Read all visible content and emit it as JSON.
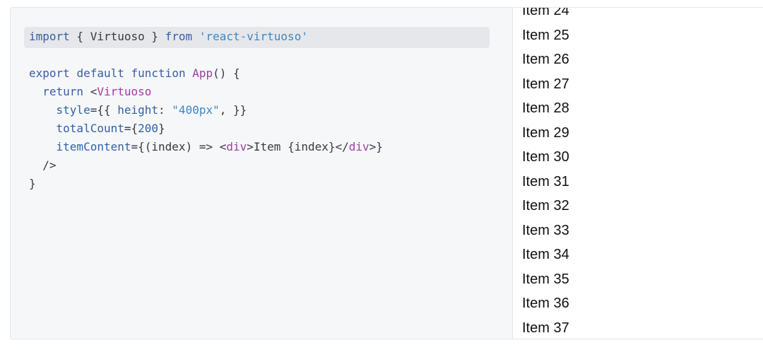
{
  "editor": {
    "lines": [
      {
        "tokens": [
          {
            "t": "import",
            "c": "kw"
          },
          {
            "t": " { Virtuoso } ",
            "c": "plain"
          },
          {
            "t": "from",
            "c": "kw"
          },
          {
            "t": " ",
            "c": "plain"
          },
          {
            "t": "'react-virtuoso'",
            "c": "str"
          }
        ]
      },
      {
        "tokens": []
      },
      {
        "tokens": [
          {
            "t": "export",
            "c": "kw"
          },
          {
            "t": " ",
            "c": "plain"
          },
          {
            "t": "default",
            "c": "kw"
          },
          {
            "t": " ",
            "c": "plain"
          },
          {
            "t": "function",
            "c": "kw"
          },
          {
            "t": " ",
            "c": "plain"
          },
          {
            "t": "App",
            "c": "fn"
          },
          {
            "t": "() {",
            "c": "plain"
          }
        ]
      },
      {
        "tokens": [
          {
            "t": "  ",
            "c": "plain"
          },
          {
            "t": "return",
            "c": "kw"
          },
          {
            "t": " <",
            "c": "plain"
          },
          {
            "t": "Virtuoso",
            "c": "tag"
          }
        ]
      },
      {
        "tokens": [
          {
            "t": "    ",
            "c": "plain"
          },
          {
            "t": "style",
            "c": "attr"
          },
          {
            "t": "={{ ",
            "c": "plain"
          },
          {
            "t": "height",
            "c": "attr"
          },
          {
            "t": ": ",
            "c": "plain"
          },
          {
            "t": "\"400px\"",
            "c": "str"
          },
          {
            "t": ", }}",
            "c": "plain"
          }
        ]
      },
      {
        "tokens": [
          {
            "t": "    ",
            "c": "plain"
          },
          {
            "t": "totalCount",
            "c": "attr"
          },
          {
            "t": "={",
            "c": "plain"
          },
          {
            "t": "200",
            "c": "num"
          },
          {
            "t": "}",
            "c": "plain"
          }
        ]
      },
      {
        "tokens": [
          {
            "t": "    ",
            "c": "plain"
          },
          {
            "t": "itemContent",
            "c": "attr"
          },
          {
            "t": "={(index) => <",
            "c": "plain"
          },
          {
            "t": "div",
            "c": "tag"
          },
          {
            "t": ">Item {index}</",
            "c": "plain"
          },
          {
            "t": "div",
            "c": "tag"
          },
          {
            "t": ">}",
            "c": "plain"
          }
        ]
      },
      {
        "tokens": [
          {
            "t": "  />",
            "c": "plain"
          }
        ]
      },
      {
        "tokens": [
          {
            "t": "}",
            "c": "plain"
          }
        ]
      }
    ]
  },
  "preview": {
    "items": [
      "Item 24",
      "Item 25",
      "Item 26",
      "Item 27",
      "Item 28",
      "Item 29",
      "Item 30",
      "Item 31",
      "Item 32",
      "Item 33",
      "Item 34",
      "Item 35",
      "Item 36",
      "Item 37"
    ]
  }
}
